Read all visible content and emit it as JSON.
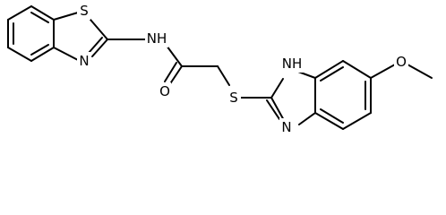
{
  "diagram": {
    "type": "chemical-structure",
    "atoms": [
      {
        "id": "S1",
        "label": "S"
      },
      {
        "id": "N1",
        "label": "N"
      },
      {
        "id": "NH1",
        "label": "NH"
      },
      {
        "id": "O1",
        "label": "O"
      },
      {
        "id": "S2",
        "label": "S"
      },
      {
        "id": "NH2",
        "label": "NH"
      },
      {
        "id": "N2",
        "label": "N"
      },
      {
        "id": "O2",
        "label": "O"
      }
    ]
  }
}
